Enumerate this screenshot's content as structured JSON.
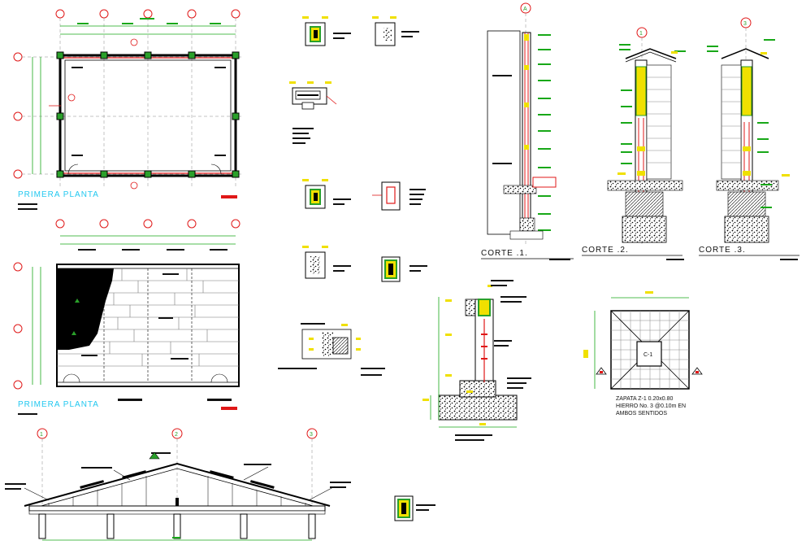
{
  "drawing": {
    "plan_top_title": "PRIMERA PLANTA",
    "plan_bottom_title": "PRIMERA PLANTA",
    "section_1_title": "CORTE .1.",
    "section_2_title": "CORTE .2.",
    "section_3_title": "CORTE .3.",
    "footing_label": "C-1",
    "footing_note_line1": "ZAPATA Z-1 0.20x0.80",
    "footing_note_line2": "HIERRO No. 3 @0.10m EN",
    "footing_note_line3": "AMBOS SENTIDOS",
    "axis_section_1": "A",
    "axis_section_2": "1",
    "axis_section_3": "3",
    "axis_roof": [
      "1",
      "2",
      "3"
    ],
    "colors": {
      "axis_bubble": "#e01818",
      "dimension": "#18a818",
      "annotation": "#111111",
      "title": "#22c8f0",
      "column": "#f0e000",
      "rebar": "#e01818"
    }
  }
}
